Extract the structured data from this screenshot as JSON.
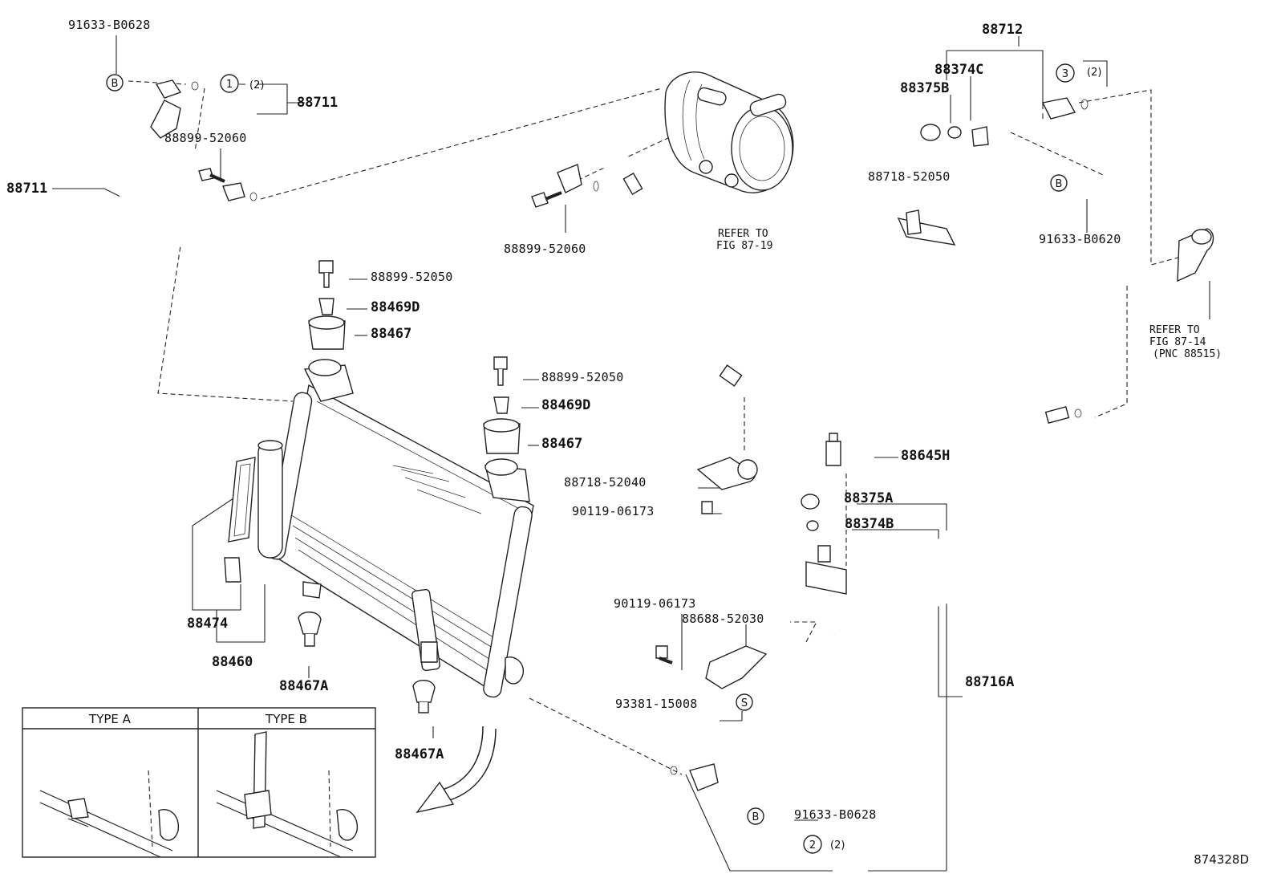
{
  "diagram_id": "874328D",
  "callouts": {
    "b_circle": "B",
    "s_circle": "S",
    "n1": "1",
    "n2": "2",
    "n3": "3",
    "qty2": "(2)"
  },
  "parts": {
    "p91633_b0628_top": "91633-B0628",
    "p88711_a": "88711",
    "p88711_b": "88711",
    "p88899_52060_left": "88899-52060",
    "p88899_52060_mid": "88899-52060",
    "refer_87_19_line1": "REFER TO",
    "refer_87_19_line2": "FIG 87-19",
    "p88712": "88712",
    "p88374c": "88374C",
    "p88375b": "88375B",
    "p88718_52050": "88718-52050",
    "p91633_b0620": "91633-B0620",
    "refer_87_14_line1": "REFER TO",
    "refer_87_14_line2": "FIG 87-14",
    "refer_87_14_line3": "(PNC 88515)",
    "p88899_52050_a": "88899-52050",
    "p88469d_a": "88469D",
    "p88467_a": "88467",
    "p88899_52050_b": "88899-52050",
    "p88469d_b": "88469D",
    "p88467_b": "88467",
    "p88645h": "88645H",
    "p88718_52040": "88718-52040",
    "p90119_06173_a": "90119-06173",
    "p88375a": "88375A",
    "p88374b": "88374B",
    "p90119_06173_b": "90119-06173",
    "p88688_52030": "88688-52030",
    "p88716a": "88716A",
    "p93381_15008": "93381-15008",
    "p91633_b0628_bot": "91633-B0628",
    "p88474": "88474",
    "p88460": "88460",
    "p88467a_a": "88467A",
    "p88467a_b": "88467A"
  },
  "inset": {
    "type_a": "TYPE A",
    "type_b": "TYPE B"
  },
  "colors": {
    "line": "#222222",
    "background": "#ffffff"
  }
}
